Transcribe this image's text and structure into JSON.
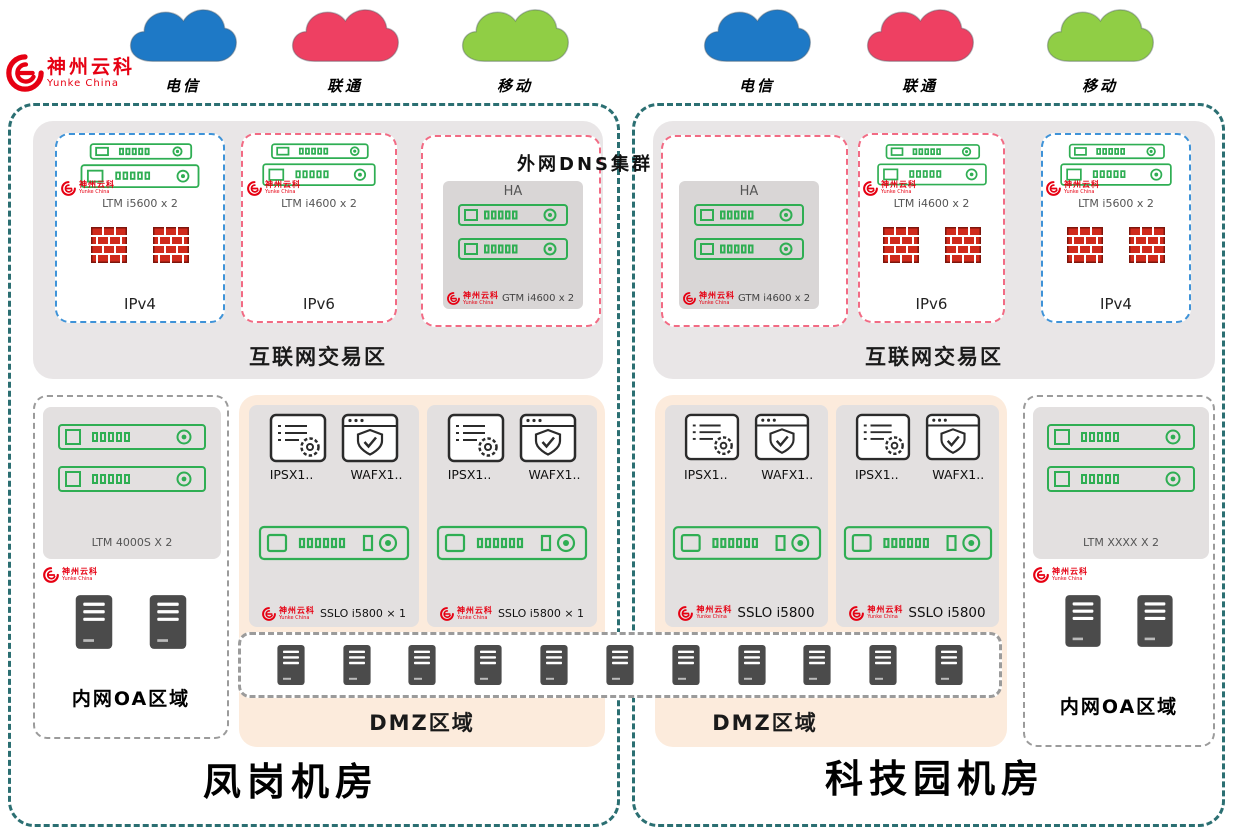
{
  "palette": {
    "teal": "#2b6f72",
    "panel-gray": "#e9e6e7",
    "inner-gray": "#e3e0e0",
    "dmz-peach": "#fcebdc",
    "blue-dash": "#3f93d8",
    "pink-dash": "#f26b84",
    "appliance-green": "#2fae53",
    "firewall-red": "#d02a1c",
    "server-dark": "#4b4b4b",
    "logo-red": "#e60012",
    "gray-dash": "#9b9b9b"
  },
  "logo": {
    "cn": "神州云科",
    "en": "Yunke China"
  },
  "isp_clouds": [
    {
      "label": "电信",
      "color": "#1e79c6"
    },
    {
      "label": "联通",
      "color": "#ee4062"
    },
    {
      "label": "移动",
      "color": "#90ce45"
    },
    {
      "label": "电信",
      "color": "#1e79c6"
    },
    {
      "label": "联通",
      "color": "#ee4062"
    },
    {
      "label": "移动",
      "color": "#90ce45"
    }
  ],
  "dns_cluster_title": "外网DNS集群",
  "left_dc": {
    "name": "凤岗机房",
    "internet_zone_label": "互联网交易区",
    "ipv4_box": {
      "label": "IPv4",
      "device": "LTM i5600 x 2"
    },
    "ipv6_box": {
      "label": "IPv6",
      "device": "LTM i4600 x 2"
    },
    "dns_box": {
      "ha": "HA",
      "device": "GTM i4600 x 2"
    },
    "oa_zone": {
      "label": "内网OA区域",
      "device": "LTM 4000S X 2"
    },
    "dmz": {
      "label": "DMZ区域",
      "panels": [
        {
          "ips": "IPSX1..",
          "waf": "WAFX1..",
          "sslo": "SSLO i5800 × 1"
        },
        {
          "ips": "IPSX1..",
          "waf": "WAFX1..",
          "sslo": "SSLO i5800 × 1"
        }
      ]
    }
  },
  "right_dc": {
    "name": "科技园机房",
    "internet_zone_label": "互联网交易区",
    "dns_box": {
      "ha": "HA",
      "device": "GTM i4600 x 2"
    },
    "ipv6_box": {
      "label": "IPv6",
      "device": "LTM i4600 x 2"
    },
    "ipv4_box": {
      "label": "IPv4",
      "device": "LTM i5600 x 2"
    },
    "oa_zone": {
      "label": "内网OA区域",
      "device": "LTM XXXX X 2"
    },
    "dmz": {
      "label": "DMZ区域",
      "panels": [
        {
          "ips": "IPSX1..",
          "waf": "WAFX1..",
          "sslo": "SSLO i5800"
        },
        {
          "ips": "IPSX1..",
          "waf": "WAFX1..",
          "sslo": "SSLO i5800"
        }
      ]
    }
  },
  "server_row": {
    "count": 11
  },
  "icons": {
    "cloud-icon": "puffy ISP cloud shape",
    "logo-swirl-icon": "red swirl brand mark",
    "appliance-icon": "green network appliance (ports + dial)",
    "firewall-icon": "red brick wall",
    "server-icon": "dark server tower",
    "ips-icon": "document list with gear",
    "waf-icon": "browser window with shield + check"
  }
}
